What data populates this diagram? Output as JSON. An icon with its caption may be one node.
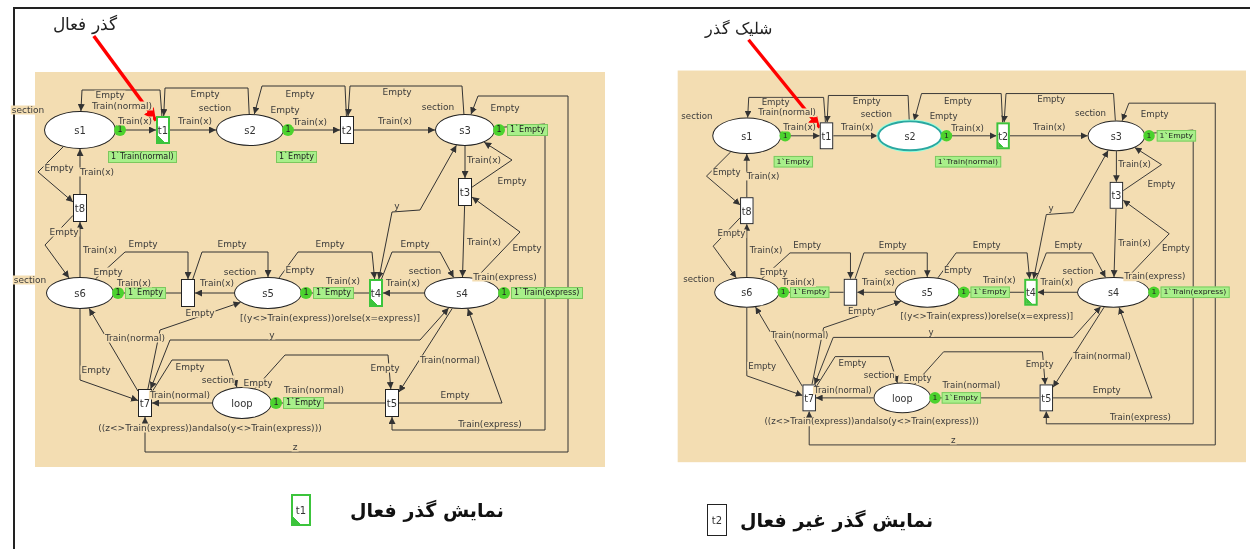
{
  "diagram": {
    "nodes": [
      {
        "text": [
          "گذر فعال"
        ]
      },
      {
        "text": [
          "s1"
        ],
        "beside": [
          "section",
          "1",
          "1`Train(normal)"
        ]
      },
      {
        "text": [
          "t1"
        ]
      },
      {
        "text": [
          "s2"
        ],
        "beside": [
          "section",
          "1",
          "1`Empty"
        ]
      },
      {
        "text": [
          "t2"
        ]
      },
      {
        "text": [
          "s3"
        ],
        "beside": [
          "section",
          "1",
          "1`Empty"
        ]
      },
      {
        "text": [
          "t3"
        ]
      },
      {
        "text": [
          "t8"
        ]
      },
      {
        "text": [
          "s6"
        ],
        "beside": [
          "section",
          "1",
          "1`Empty"
        ]
      },
      {
        "text": [],
        "shape": "box"
      },
      {
        "text": [
          "s5"
        ],
        "beside": [
          "section",
          "1",
          "1`Empty"
        ]
      },
      {
        "text": [
          "t4"
        ],
        "beside": [
          "[(y<>Train(express))orelse(x=express)]"
        ]
      },
      {
        "text": [
          "s4"
        ],
        "beside": [
          "section",
          "1",
          "1`Train(express)"
        ]
      },
      {
        "text": [
          "t7"
        ],
        "beside": [
          "((z<>Train(express))andalso(y<>Train(express)))"
        ]
      },
      {
        "text": [
          "loop"
        ],
        "beside": [
          "section",
          "1",
          "1`Empty"
        ]
      },
      {
        "text": [
          "t5"
        ]
      },
      {
        "text": [
          "شلیک گذر"
        ]
      },
      {
        "text": [
          "s1"
        ],
        "beside": [
          "section",
          "1",
          "1`Empty"
        ]
      },
      {
        "text": [
          "t1"
        ]
      },
      {
        "text": [
          "s2"
        ],
        "beside": [
          "section",
          "1",
          "1`Train(normal)"
        ]
      },
      {
        "text": [
          "t2"
        ]
      },
      {
        "text": [
          "s3"
        ],
        "beside": [
          "section",
          "1",
          "1`Empty"
        ]
      },
      {
        "text": [
          "t3"
        ]
      },
      {
        "text": [
          "t8"
        ]
      },
      {
        "text": [
          "s6"
        ],
        "beside": [
          "section",
          "1",
          "1`Empty"
        ]
      },
      {
        "text": [],
        "shape": "box"
      },
      {
        "text": [
          "s5"
        ],
        "beside": [
          "section",
          "1",
          "1`Empty"
        ]
      },
      {
        "text": [
          "t4"
        ],
        "beside": [
          "[(y<>Train(express))orelse(x=express)]"
        ]
      },
      {
        "text": [
          "s4"
        ],
        "beside": [
          "section",
          "1",
          "1`Train(express)"
        ]
      },
      {
        "text": [
          "t7"
        ],
        "beside": [
          "((z<>Train(express))andalso(y<>Train(express)))"
        ]
      },
      {
        "text": [
          "loop"
        ],
        "beside": [
          "section",
          "1",
          "1`Empty"
        ]
      },
      {
        "text": [
          "t5"
        ]
      },
      {
        "text": [
          "t1"
        ],
        "beside": [
          "نمایش گذر فعال"
        ]
      },
      {
        "text": [
          "t2"
        ],
        "beside": [
          "نمایش گذر غیر فعال"
        ]
      }
    ],
    "edges": [
      {
        "from": 1,
        "to": 2,
        "arrow": "to",
        "label": "Train(x)"
      },
      {
        "from": 2,
        "to": 1,
        "arrow": "to",
        "label": "Empty"
      },
      {
        "from": 2,
        "to": 3,
        "arrow": "to",
        "label": "Train(x)"
      },
      {
        "from": 3,
        "to": 2,
        "arrow": "to",
        "label": "Empty"
      },
      {
        "from": 3,
        "to": 4,
        "arrow": "to",
        "label": "Train(x)"
      },
      {
        "from": 4,
        "to": 3,
        "arrow": "to",
        "label": "Empty"
      },
      {
        "from": 4,
        "to": 5,
        "arrow": "to",
        "label": "Train(x)"
      },
      {
        "from": 5,
        "to": 4,
        "arrow": "to",
        "label": "Empty"
      },
      {
        "from": 5,
        "to": 6,
        "arrow": "to",
        "label": "Train(x)"
      },
      {
        "from": 6,
        "to": 5,
        "arrow": "to",
        "label": "Empty"
      },
      {
        "from": 6,
        "to": 12,
        "arrow": "to",
        "label": "Train(x)"
      },
      {
        "from": 12,
        "to": 6,
        "arrow": "to",
        "label": "Empty"
      },
      {
        "from": 12,
        "to": 11,
        "arrow": "to",
        "label": "Train(x)"
      },
      {
        "from": 11,
        "to": 12,
        "arrow": "to",
        "label": "Empty"
      },
      {
        "from": 5,
        "to": 11,
        "arrow": "both",
        "label": "y"
      },
      {
        "from": 10,
        "to": 11,
        "arrow": "to",
        "label": "Empty"
      },
      {
        "from": 11,
        "to": 10,
        "arrow": "to",
        "label": "Train(x)"
      },
      {
        "from": 10,
        "to": 9,
        "arrow": "to",
        "label": "Train(x)"
      },
      {
        "from": 9,
        "to": 10,
        "arrow": "to",
        "label": "Empty"
      },
      {
        "from": 8,
        "to": 9,
        "arrow": "to",
        "label": "Empty"
      },
      {
        "from": 9,
        "to": 8,
        "arrow": "to",
        "label": "Train(x)"
      },
      {
        "from": 8,
        "to": 7,
        "arrow": "to",
        "label": "Train(x)"
      },
      {
        "from": 7,
        "to": 8,
        "arrow": "to",
        "label": "Empty"
      },
      {
        "from": 1,
        "to": 7,
        "arrow": "to",
        "label": "Empty"
      },
      {
        "from": 7,
        "to": 1,
        "arrow": "to",
        "label": "Train(x)"
      },
      {
        "from": 8,
        "to": 13,
        "arrow": "to",
        "label": "Empty"
      },
      {
        "from": 13,
        "to": 8,
        "arrow": "to",
        "label": "Train(normal)"
      },
      {
        "from": 13,
        "to": 10,
        "arrow": "to"
      },
      {
        "from": 12,
        "to": 13,
        "arrow": "both",
        "label": "y"
      },
      {
        "from": 14,
        "to": 13,
        "arrow": "to",
        "label": "Train(normal)"
      },
      {
        "from": 13,
        "to": 14,
        "arrow": "to",
        "label": "Empty"
      },
      {
        "from": 14,
        "to": 15,
        "arrow": "to",
        "label": "Empty"
      },
      {
        "from": 15,
        "to": 14,
        "arrow": "to",
        "label": "Train(normal)"
      },
      {
        "from": 12,
        "to": 15,
        "arrow": "to",
        "label": "Train(normal)"
      },
      {
        "from": 15,
        "to": 12,
        "arrow": "to",
        "label": "Empty"
      },
      {
        "from": 5,
        "to": 15,
        "arrow": "to",
        "label": "Train(express)"
      },
      {
        "from": 5,
        "to": 13,
        "arrow": "both",
        "label": "z"
      },
      {
        "from": 0,
        "to": 2,
        "arrow": "to",
        "style": "thick",
        "color": "#ff0000"
      },
      {
        "from": 17,
        "to": 18,
        "arrow": "to",
        "label": "Train(x)"
      },
      {
        "from": 18,
        "to": 17,
        "arrow": "to",
        "label": "Empty"
      },
      {
        "from": 18,
        "to": 19,
        "arrow": "to",
        "label": "Train(x)"
      },
      {
        "from": 19,
        "to": 18,
        "arrow": "to",
        "label": "Empty"
      },
      {
        "from": 19,
        "to": 20,
        "arrow": "to",
        "label": "Train(x)"
      },
      {
        "from": 20,
        "to": 19,
        "arrow": "to",
        "label": "Empty"
      },
      {
        "from": 20,
        "to": 21,
        "arrow": "to",
        "label": "Train(x)"
      },
      {
        "from": 21,
        "to": 20,
        "arrow": "to",
        "label": "Empty"
      },
      {
        "from": 21,
        "to": 22,
        "arrow": "to",
        "label": "Train(x)"
      },
      {
        "from": 22,
        "to": 21,
        "arrow": "to",
        "label": "Empty"
      },
      {
        "from": 22,
        "to": 28,
        "arrow": "to",
        "label": "Train(x)"
      },
      {
        "from": 28,
        "to": 22,
        "arrow": "to",
        "label": "Empty"
      },
      {
        "from": 28,
        "to": 27,
        "arrow": "to",
        "label": "Train(x)"
      },
      {
        "from": 27,
        "to": 28,
        "arrow": "to",
        "label": "Empty"
      },
      {
        "from": 21,
        "to": 27,
        "arrow": "both",
        "label": "y"
      },
      {
        "from": 26,
        "to": 27,
        "arrow": "to",
        "label": "Empty"
      },
      {
        "from": 27,
        "to": 26,
        "arrow": "to",
        "label": "Train(x)"
      },
      {
        "from": 26,
        "to": 25,
        "arrow": "to",
        "label": "Train(x)"
      },
      {
        "from": 25,
        "to": 26,
        "arrow": "to",
        "label": "Empty"
      },
      {
        "from": 24,
        "to": 25,
        "arrow": "to",
        "label": "Empty"
      },
      {
        "from": 25,
        "to": 24,
        "arrow": "to",
        "label": "Train(x)"
      },
      {
        "from": 24,
        "to": 23,
        "arrow": "to",
        "label": "Train(x)"
      },
      {
        "from": 23,
        "to": 24,
        "arrow": "to",
        "label": "Empty"
      },
      {
        "from": 17,
        "to": 23,
        "arrow": "to",
        "label": "Empty"
      },
      {
        "from": 23,
        "to": 17,
        "arrow": "to",
        "label": "Train(x)"
      },
      {
        "from": 24,
        "to": 29,
        "arrow": "to",
        "label": "Empty"
      },
      {
        "from": 29,
        "to": 24,
        "arrow": "to",
        "label": "Train(normal)"
      },
      {
        "from": 29,
        "to": 26,
        "arrow": "to"
      },
      {
        "from": 28,
        "to": 29,
        "arrow": "both",
        "label": "y"
      },
      {
        "from": 30,
        "to": 29,
        "arrow": "to",
        "label": "Train(normal)"
      },
      {
        "from": 29,
        "to": 30,
        "arrow": "to",
        "label": "Empty"
      },
      {
        "from": 30,
        "to": 31,
        "arrow": "to",
        "label": "Empty"
      },
      {
        "from": 31,
        "to": 30,
        "arrow": "to",
        "label": "Train(normal)"
      },
      {
        "from": 28,
        "to": 31,
        "arrow": "to",
        "label": "Train(normal)"
      },
      {
        "from": 31,
        "to": 28,
        "arrow": "to",
        "label": "Empty"
      },
      {
        "from": 21,
        "to": 31,
        "arrow": "to",
        "label": "Train(express)"
      },
      {
        "from": 21,
        "to": 29,
        "arrow": "both",
        "label": "z"
      },
      {
        "from": 16,
        "to": 18,
        "arrow": "to",
        "style": "thick",
        "color": "#ff0000"
      }
    ],
    "labels": [
      "Train(normal)",
      "Empty",
      "Empty",
      "Empty",
      "Empty",
      "Train(express)",
      "Empty",
      "Empty",
      "Train(normal)",
      "Empty",
      "Empty",
      "Empty",
      "Empty",
      "Train(express)",
      "Empty",
      "Empty"
    ]
  }
}
